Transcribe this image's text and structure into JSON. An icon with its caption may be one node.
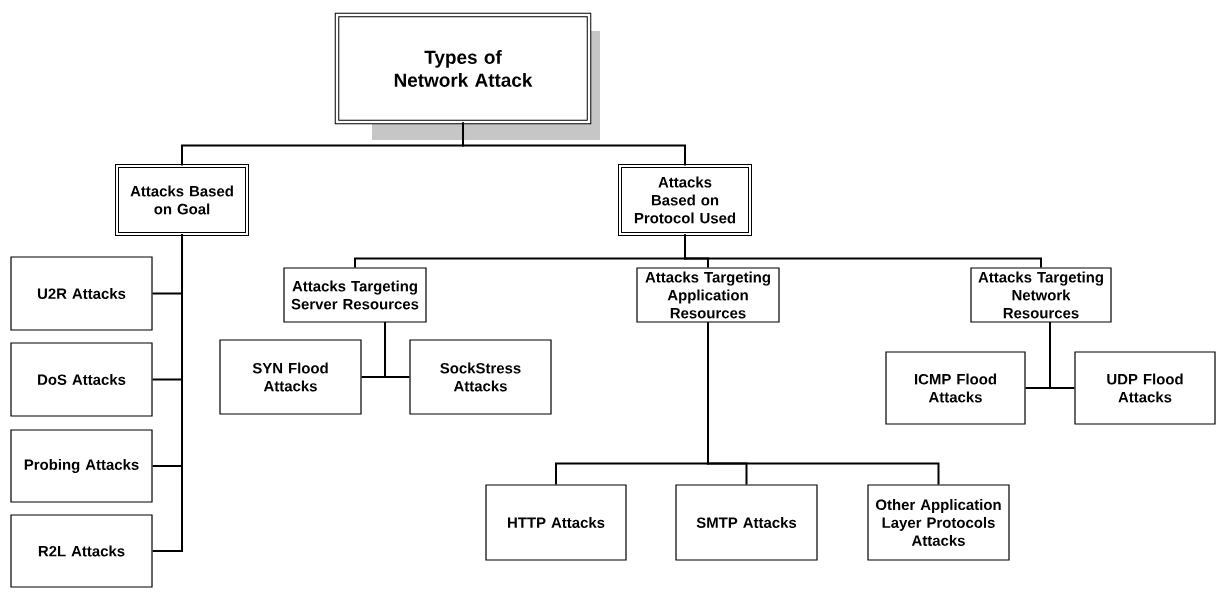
{
  "diagram": {
    "nodes": [
      {
        "text": [
          "Types of Network Attack"
        ]
      },
      {
        "text": [
          "Attacks Based on Goal"
        ]
      },
      {
        "text": [
          "Attacks Based on Protocol Used"
        ]
      },
      {
        "text": [
          "Attacks Targeting Server Resources"
        ]
      },
      {
        "text": [
          "Attacks Targeting Application Resources"
        ]
      },
      {
        "text": [
          "Attacks Targeting Network Resources"
        ]
      },
      {
        "text": [
          "U2R Attacks"
        ]
      },
      {
        "text": [
          "DoS Attacks"
        ]
      },
      {
        "text": [
          "Probing Attacks"
        ]
      },
      {
        "text": [
          "R2L Attacks"
        ]
      },
      {
        "text": [
          "SYN Flood Attacks"
        ]
      },
      {
        "text": [
          "SockStress Attacks"
        ]
      },
      {
        "text": [
          "HTTP Attacks"
        ]
      },
      {
        "text": [
          "SMTP Attacks"
        ]
      },
      {
        "text": [
          "Other Application Layer Protocols Attacks"
        ]
      },
      {
        "text": [
          "ICMP Flood Attacks"
        ]
      },
      {
        "text": [
          "UDP Flood Attacks"
        ]
      }
    ],
    "edges": [
      {
        "from": 0,
        "to": 1,
        "arrow": "none"
      },
      {
        "from": 0,
        "to": 2,
        "arrow": "none"
      },
      {
        "from": 1,
        "to": 6,
        "arrow": "none"
      },
      {
        "from": 1,
        "to": 7,
        "arrow": "none"
      },
      {
        "from": 1,
        "to": 8,
        "arrow": "none"
      },
      {
        "from": 1,
        "to": 9,
        "arrow": "none"
      },
      {
        "from": 2,
        "to": 3,
        "arrow": "none"
      },
      {
        "from": 2,
        "to": 4,
        "arrow": "none"
      },
      {
        "from": 2,
        "to": 5,
        "arrow": "none"
      },
      {
        "from": 3,
        "to": 10,
        "arrow": "none"
      },
      {
        "from": 3,
        "to": 11,
        "arrow": "none"
      },
      {
        "from": 4,
        "to": 12,
        "arrow": "none"
      },
      {
        "from": 4,
        "to": 13,
        "arrow": "none"
      },
      {
        "from": 4,
        "to": 14,
        "arrow": "none"
      },
      {
        "from": 5,
        "to": 15,
        "arrow": "none"
      },
      {
        "from": 5,
        "to": 16,
        "arrow": "none"
      }
    ]
  }
}
